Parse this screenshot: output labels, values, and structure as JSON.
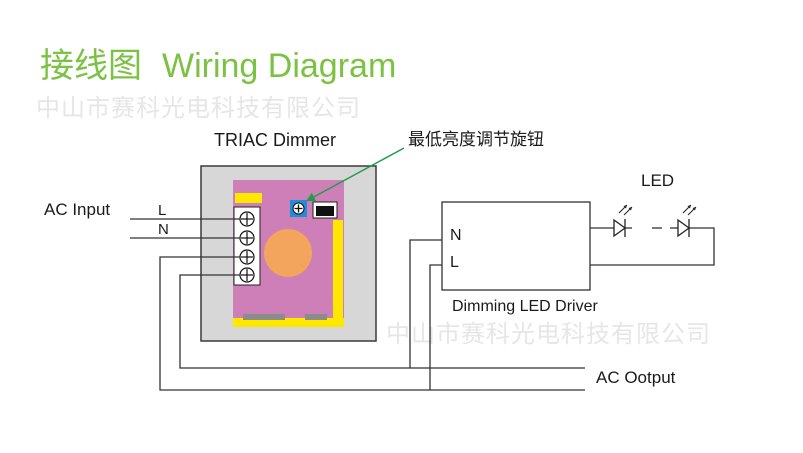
{
  "title": {
    "cn": "接线图",
    "en": "Wiring Diagram"
  },
  "watermark": "中山市赛科光电科技有限公司",
  "labels": {
    "ac_input": "AC Input",
    "l_in": "L",
    "n_in": "N",
    "triac_dimmer": "TRIAC Dimmer",
    "knob_annotation": "最低亮度调节旋钮",
    "led": "LED",
    "driver_n": "N",
    "driver_l": "L",
    "driver_name": "Dimming LED Driver",
    "ac_output": "AC Ootput"
  },
  "colors": {
    "title": "#7cc242",
    "dimmer_case": "#d7d7d7",
    "dimmer_board": "#cf7fb8",
    "yellow_strip": "#ffe800",
    "potentiometer": "#f3a55d",
    "trim_knob": "#1d8fd8",
    "arrow": "#1e9e4a"
  }
}
